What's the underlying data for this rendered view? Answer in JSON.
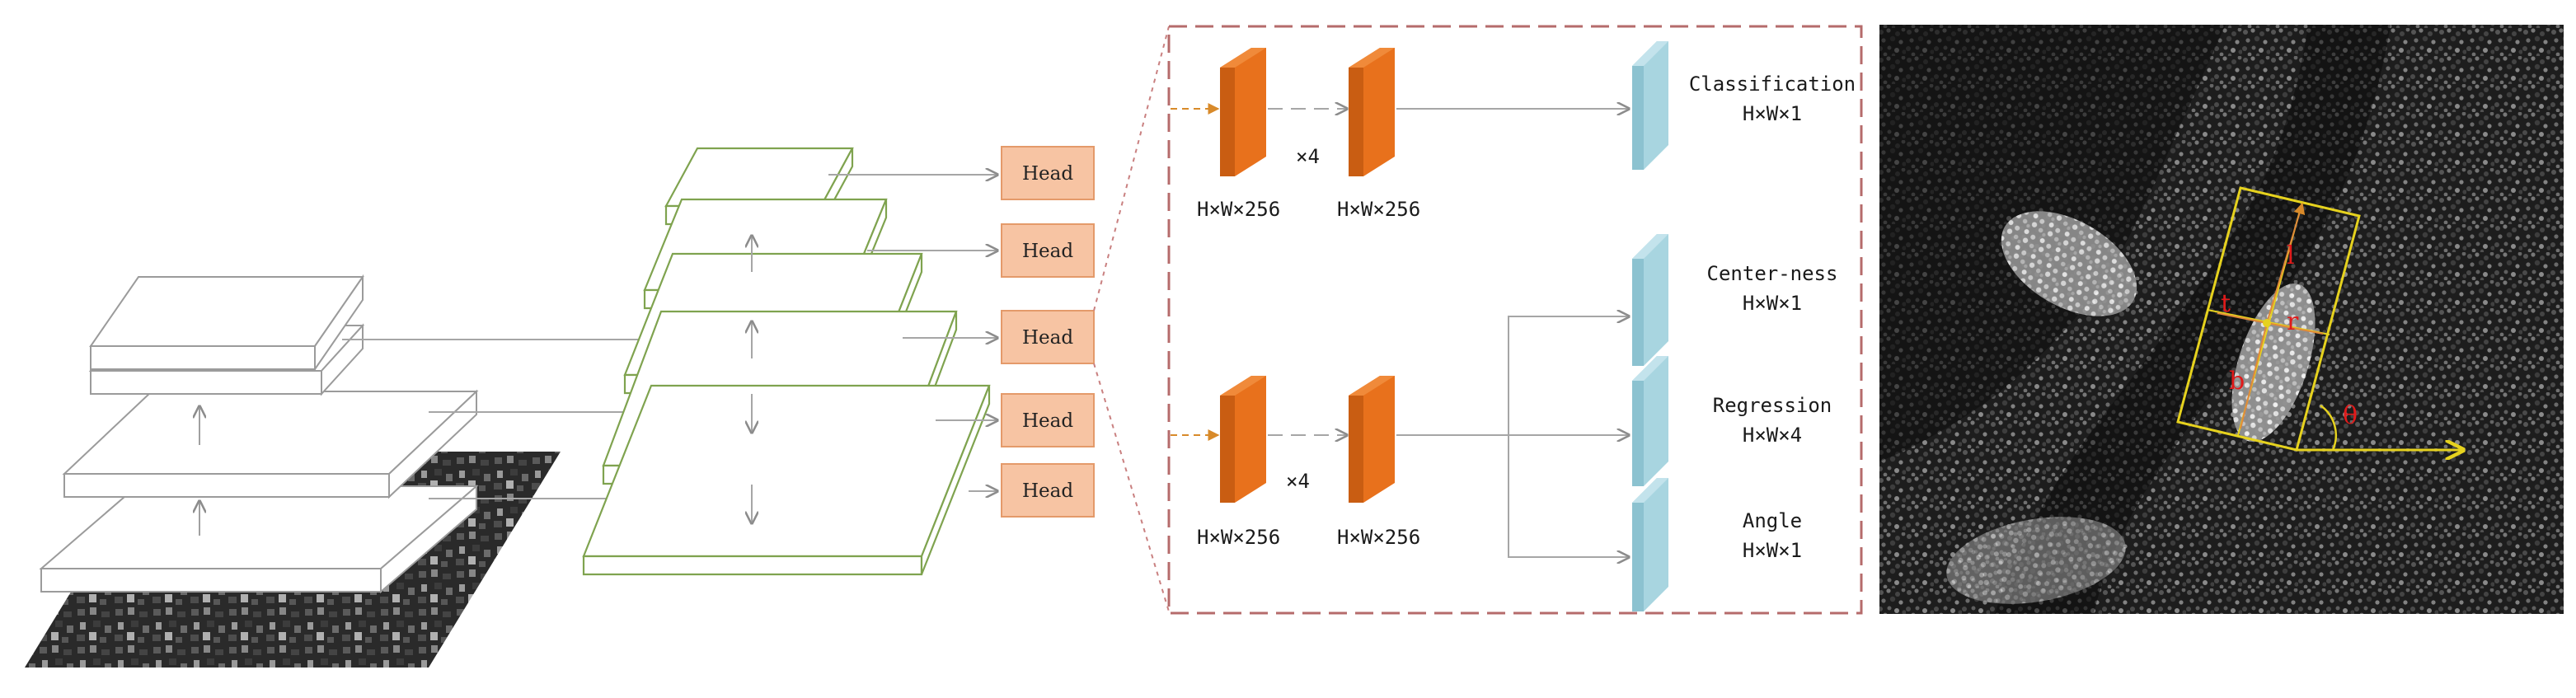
{
  "head_label": "Head",
  "branch_top": {
    "in_shape": "H×W×256",
    "out_shape": "H×W×256",
    "repeat": "×4"
  },
  "branch_bottom": {
    "in_shape": "H×W×256",
    "out_shape": "H×W×256",
    "repeat": "×4"
  },
  "outputs": [
    {
      "name": "Classification",
      "shape": "H×W×1"
    },
    {
      "name": "Center-ness",
      "shape": "H×W×1"
    },
    {
      "name": "Regression",
      "shape": "H×W×4"
    },
    {
      "name": "Angle",
      "shape": "H×W×1"
    }
  ],
  "sar_annotation": {
    "l": "l",
    "t": "t",
    "r": "r",
    "b": "b",
    "theta": "θ"
  },
  "colors": {
    "conv_orange": "#e8711c",
    "head_fill": "#f7c4a3",
    "output_blue": "#a8d5e0",
    "fpn_green": "#7fa34f",
    "dashed_box": "#b56b6b",
    "bbox_yellow": "#e6d21e",
    "annotation_red": "#e01a1a"
  }
}
